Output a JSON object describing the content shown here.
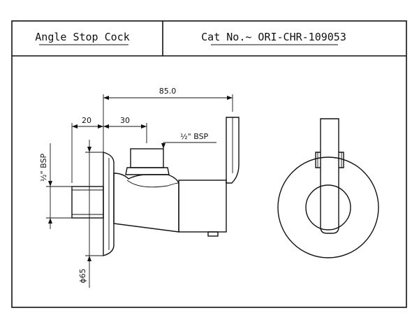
{
  "title_block": {
    "product_name": "Angle Stop Cock",
    "catalog_number": "Cat No.~ ORI-CHR-109053"
  },
  "dimensions": {
    "overall_length": "85.0",
    "wall_offset": "20",
    "outlet_offset": "30",
    "outlet_thread": "½\" BSP",
    "inlet_thread": "½\" BSP",
    "flange_diameter": "ϕ65"
  }
}
